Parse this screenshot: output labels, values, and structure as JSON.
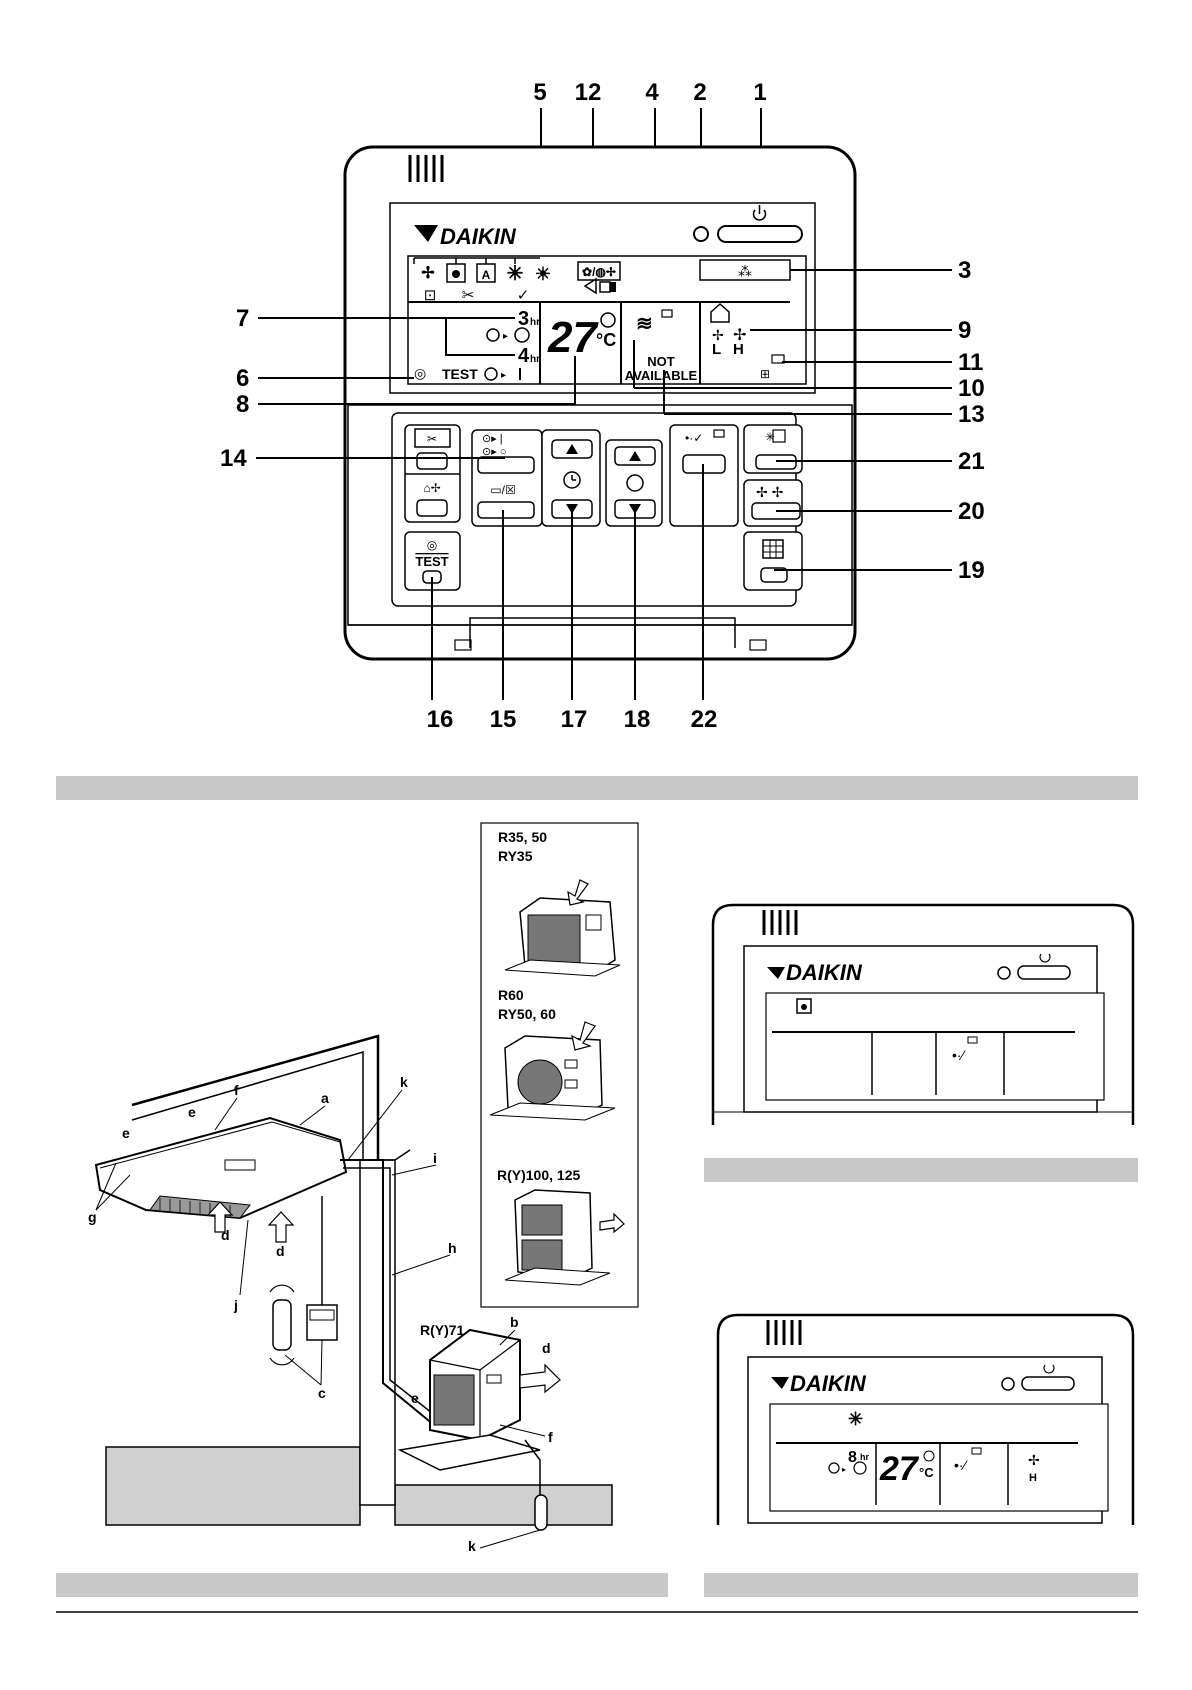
{
  "callouts_top": [
    "5",
    "12",
    "4",
    "2",
    "1"
  ],
  "callouts_right": [
    "3",
    "9",
    "11",
    "10",
    "13",
    "21",
    "20",
    "19"
  ],
  "callouts_left": [
    "7",
    "6",
    "8",
    "14"
  ],
  "callouts_bottom": [
    "16",
    "15",
    "17",
    "18",
    "22"
  ],
  "brand": "DAIKIN",
  "display": {
    "temperature": "27",
    "unit": "°C",
    "hr": "hr",
    "timer_on_hours": "3",
    "timer_off_hours": "4",
    "test": "TEST",
    "not_available_1": "NOT",
    "not_available_2": "AVAILABLE",
    "fan_low": "L",
    "fan_high": "H"
  },
  "buttons": {
    "test_label": "TEST"
  },
  "outdoor_units": [
    {
      "label1": "R35, 50",
      "label2": "RY35"
    },
    {
      "label1": "R60",
      "label2": "RY50, 60"
    },
    {
      "label1": "R(Y)100, 125",
      "label2": ""
    }
  ],
  "outdoor_main": "R(Y)71",
  "install_letters": {
    "a": "a",
    "b": "b",
    "c": "c",
    "d": "d",
    "e": "e",
    "f": "f",
    "g": "g",
    "h": "h",
    "i": "i",
    "j": "j",
    "k": "k"
  },
  "mini_display_2": {
    "hours": "8",
    "hr": "hr",
    "temp": "27",
    "unit": "°C",
    "fan": "H"
  }
}
